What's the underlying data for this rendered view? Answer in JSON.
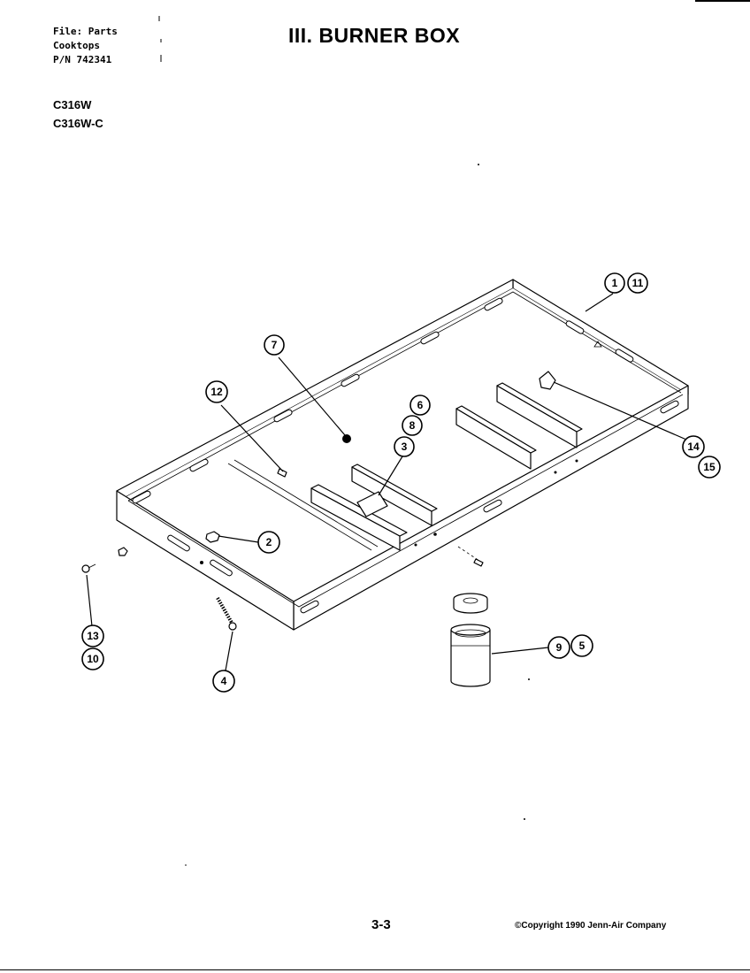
{
  "header": {
    "file_lines": [
      "File: Parts",
      "Cooktops",
      "P/N 742341"
    ],
    "title": "III. BURNER BOX"
  },
  "models": [
    "C316W",
    "C316W-C"
  ],
  "callouts": {
    "c1": "1",
    "c11": "11",
    "c7": "7",
    "c6": "6",
    "c8": "8",
    "c3": "3",
    "c12": "12",
    "c14": "14",
    "c15": "15",
    "c2": "2",
    "c13": "13",
    "c10": "10",
    "c4": "4",
    "c9": "9",
    "c5": "5"
  },
  "footer": {
    "page_number": "3-3",
    "copyright": "©Copyright 1990 Jenn-Air Company"
  }
}
